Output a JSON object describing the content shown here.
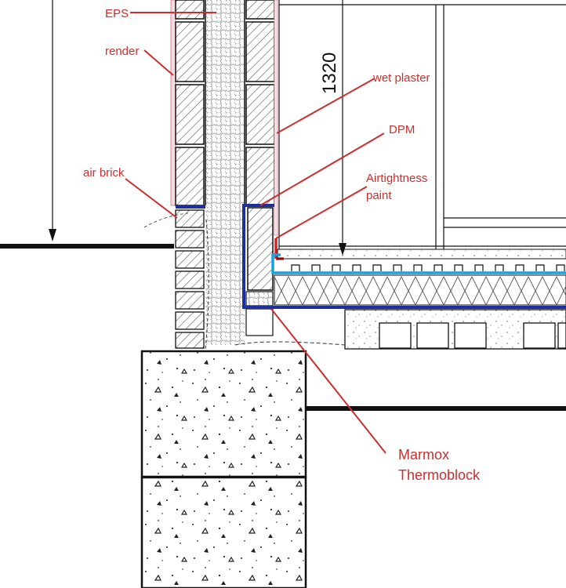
{
  "labels": {
    "eps": "EPS",
    "render": "render",
    "wet_plaster": "wet plaster",
    "dpm": "DPM",
    "airtightness_line1": "Airtightness",
    "airtightness_line2": "paint",
    "air_brick": "air brick",
    "marmox_line1": "Marmox",
    "marmox_line2": "Thermoblock"
  },
  "dimension": {
    "value": "1320"
  },
  "colors": {
    "annotation_red": "#c8302f",
    "dpm_blue": "#1c2f9a",
    "airtightness_cyan": "#1a9fd6",
    "render_pink": "#d98a94",
    "line_black": "#111111"
  }
}
